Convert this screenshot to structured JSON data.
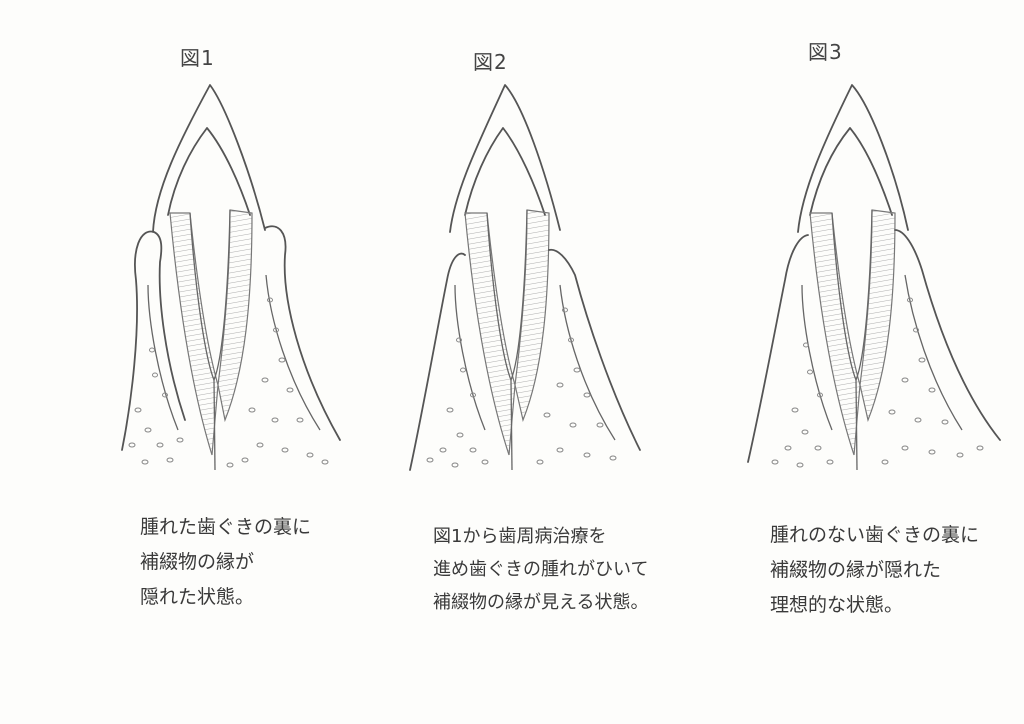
{
  "figures": [
    {
      "title": "図1",
      "caption": [
        "腫れた歯ぐきの裏に",
        "補綴物の縁が",
        "隠れた状態。"
      ]
    },
    {
      "title": "図2",
      "caption": [
        "図1から歯周病治療を",
        "進め歯ぐきの腫れがひいて",
        "補綴物の縁が見える状態。"
      ]
    },
    {
      "title": "図3",
      "caption": [
        "腫れのない歯ぐきの裏に",
        "補綴物の縁が隠れた",
        "理想的な状態。"
      ]
    }
  ]
}
